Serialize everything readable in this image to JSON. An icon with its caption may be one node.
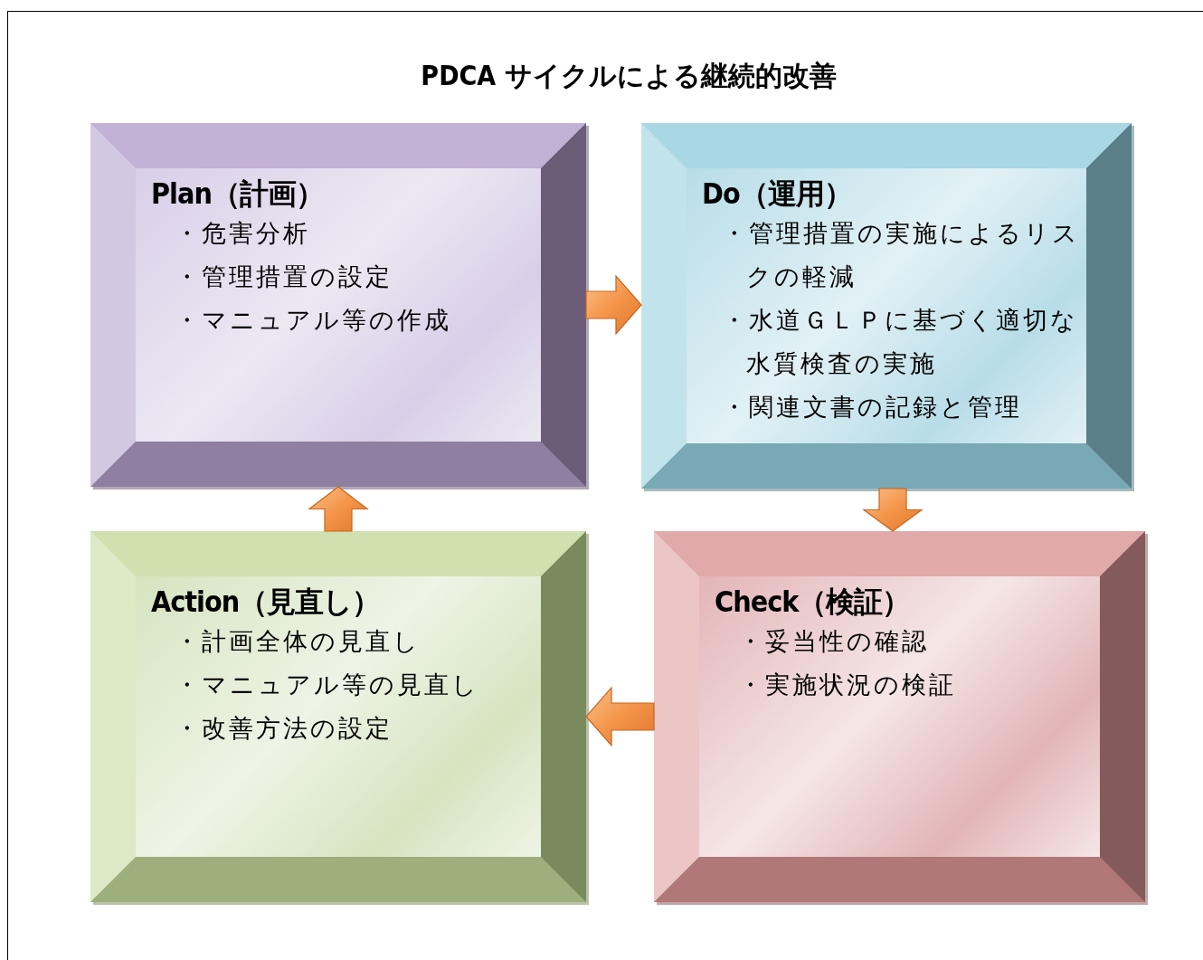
{
  "diagram": {
    "title": "PDCA サイクルによる継続的改善",
    "nodes": [
      {
        "text": [
          "Plan（計画）",
          "・危害分析",
          "・管理措置の設定",
          "・マニュアル等の作成"
        ]
      },
      {
        "text": [
          "Do（運用）",
          "・管理措置の実施によるリスクの軽減",
          "・水道ＧＬＰに基づく適切な水質検査の実施",
          "・関連文書の記録と管理"
        ]
      },
      {
        "text": [
          "Check（検証）",
          "・妥当性の確認",
          "・実施状況の検証"
        ]
      },
      {
        "text": [
          "Action（見直し）",
          "・計画全体の見直し",
          "・マニュアル等の見直し",
          "・改善方法の設定"
        ]
      }
    ],
    "edges": [
      {
        "from": 0,
        "to": 1,
        "arrow": "to"
      },
      {
        "from": 1,
        "to": 2,
        "arrow": "to"
      },
      {
        "from": 2,
        "to": 3,
        "arrow": "to"
      },
      {
        "from": 3,
        "to": 0,
        "arrow": "to"
      }
    ]
  }
}
